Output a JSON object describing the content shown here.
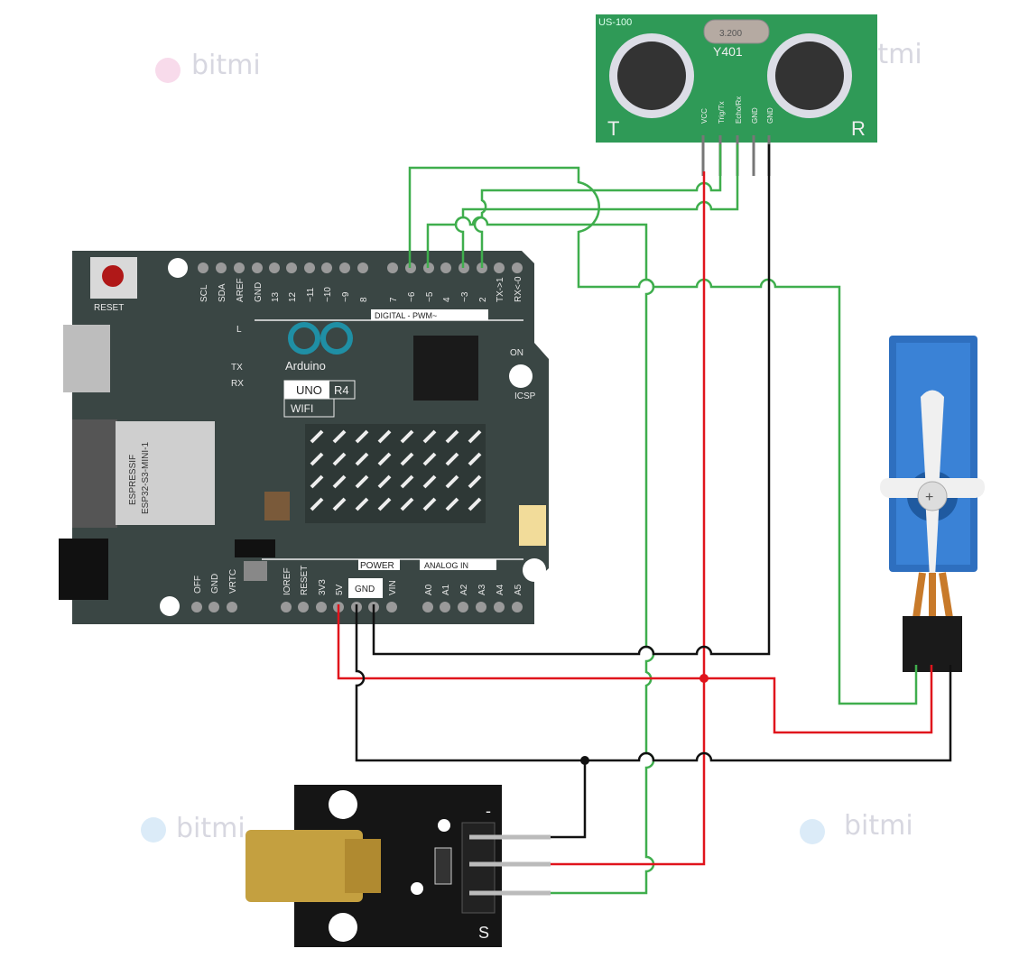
{
  "watermark": "bitmi",
  "colors": {
    "board": "#3a4644",
    "wire_green": "#3fae4d",
    "wire_red": "#e0141c",
    "wire_black": "#111111",
    "sensor_pcb": "#2f9a57",
    "servo": "#2e6fbf",
    "laser_pcb": "#151515"
  },
  "board": {
    "brand": "Arduino",
    "model": "UNO",
    "rev": "R4",
    "variant": "WIFI",
    "reset": "RESET",
    "digital_header": [
      "SCL",
      "SDA",
      "AREF",
      "GND",
      "13",
      "12",
      "~11",
      "~10",
      "~9",
      "8",
      "7",
      "~6",
      "~5",
      "4",
      "~3",
      "2",
      "TX->1",
      "RX<-0"
    ],
    "digital_label": "DIGITAL - PWM~",
    "leds": [
      "L",
      "TX",
      "RX",
      "ON"
    ],
    "icsp": "ICSP",
    "module": "ESP32-S3-MINI-1",
    "module_brand": "ESPRESSIF",
    "power_label": "POWER",
    "analog_label": "ANALOG IN",
    "power_header": [
      "IOREF",
      "RESET",
      "3V3",
      "5V",
      "GND",
      "GND",
      "VIN"
    ],
    "power_gnd_box": "GND",
    "analog_header": [
      "A0",
      "A1",
      "A2",
      "A3",
      "A4",
      "A5"
    ],
    "left_header": [
      "OFF",
      "GND",
      "VRTC"
    ]
  },
  "ultrasonic": {
    "model": "US-100",
    "crystal": "3.200",
    "ref": "Y401",
    "pins": [
      "VCC",
      "Trig/Tx",
      "Echo/Rx",
      "GND",
      "GND"
    ],
    "t": "T",
    "r": "R"
  },
  "laser": {
    "minus": "-",
    "s": "S"
  }
}
